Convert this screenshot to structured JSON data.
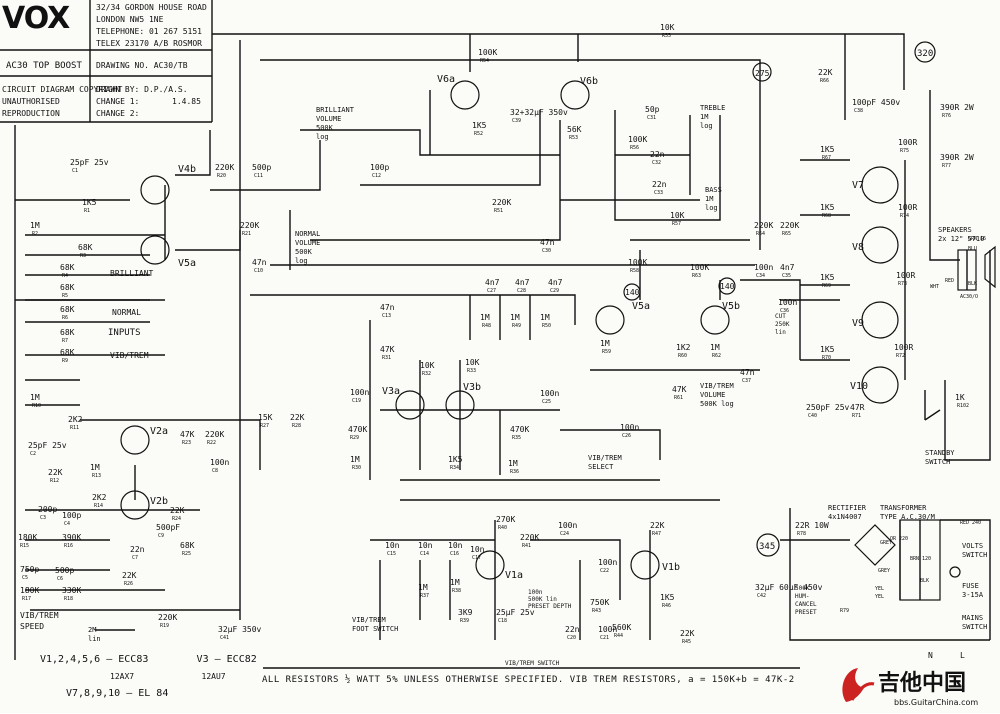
{
  "title_block": {
    "brand": "VOX",
    "address": [
      "32/34 GORDON HOUSE ROAD",
      "LONDON NW5 1NE",
      "TELEPHONE: 01 267 5151",
      "TELEX 23170 A/B ROSMOR"
    ],
    "model": "AC30 TOP BOOST",
    "drawing_no": "DRAWING NO. AC30/TB",
    "copyright": [
      "CIRCUIT DIAGRAM COPYRIGHT",
      "UNAUTHORISED",
      "REPRODUCTION"
    ],
    "drawn_by": "DRAWN BY: D.P./A.S.",
    "change1": "CHANGE 1:",
    "change1_date": "1.4.85",
    "change2": "CHANGE 2:"
  },
  "valve_list": {
    "v_ecc83": "V1,2,4,5,6 – ECC83",
    "v_ecc83_alt": "12AX7",
    "v_ecc82": "V3 – ECC82",
    "v_ecc82_alt": "12AU7",
    "v_el84": "V7,8,9,10 – EL 84"
  },
  "footer_note": "ALL RESISTORS ½ WATT 5% UNLESS OTHERWISE SPECIFIED.  VIB TREM RESISTORS, a = 150K+b = 47K-2",
  "node_labels": [
    "320",
    "275",
    "140",
    "140",
    "345"
  ],
  "sections": {
    "inputs": "INPUTS",
    "brilliant": "BRILLIANT",
    "normal": "NORMAL",
    "vib_trem": "VIB/TREM",
    "vib_trem_speed": [
      "VIB/TREM",
      "SPEED"
    ],
    "speakers": [
      "SPEAKERS",
      "2x 12\" 5710"
    ],
    "standby": [
      "STANDBY",
      "SWITCH"
    ],
    "rectifier": [
      "RECTIFIER",
      "4x1N4007"
    ],
    "transformer": [
      "TRANSFORMER",
      "TYPE A.C.30/M"
    ],
    "volts_switch": [
      "VOLTS",
      "SWITCH"
    ],
    "fuse": [
      "FUSE",
      "3-15A"
    ],
    "mains_switch": [
      "MAINS",
      "SWITCH"
    ],
    "footswitch": [
      "VIB/TREM",
      "FOOT SWITCH"
    ],
    "vib_trem_switch": "VIB/TREM SWITCH",
    "select": [
      "VIB/TREM",
      "SELECT"
    ],
    "hum_cancel": [
      "500K",
      "HUM-",
      "CANCEL",
      "PRESET"
    ],
    "neutral": "N",
    "live": "L"
  },
  "controls": {
    "brilliant_volume": [
      "BRILLIANT",
      "VOLUME",
      "500K",
      "log"
    ],
    "normal_volume": [
      "NORMAL",
      "VOLUME",
      "500K",
      "log"
    ],
    "treble": [
      "TREBLE",
      "1M",
      "log"
    ],
    "bass": [
      "BASS",
      "1M",
      "log"
    ],
    "cut": [
      "CUT",
      "250K",
      "lin"
    ],
    "vib_volume": [
      "VIB/TREM",
      "VOLUME",
      "500K log"
    ],
    "speed": [
      "2M",
      "lin"
    ],
    "preset_depth": [
      "100n",
      "500K lin",
      "PRESET DEPTH"
    ]
  },
  "valves": [
    {
      "id": "V1a"
    },
    {
      "id": "V1b"
    },
    {
      "id": "V2a"
    },
    {
      "id": "V2b"
    },
    {
      "id": "V3a"
    },
    {
      "id": "V3b"
    },
    {
      "id": "V4a"
    },
    {
      "id": "V4b"
    },
    {
      "id": "V5a"
    },
    {
      "id": "V5b"
    },
    {
      "id": "V6a"
    },
    {
      "id": "V6b"
    },
    {
      "id": "V7"
    },
    {
      "id": "V8"
    },
    {
      "id": "V9"
    },
    {
      "id": "V10"
    }
  ],
  "components": [
    {
      "ref": "C1",
      "value": "25pF 25v"
    },
    {
      "ref": "R1",
      "value": "1K5"
    },
    {
      "ref": "R2",
      "value": "1M"
    },
    {
      "ref": "R3",
      "value": "68K"
    },
    {
      "ref": "R4",
      "value": "68K"
    },
    {
      "ref": "R5",
      "value": "68K"
    },
    {
      "ref": "R6",
      "value": "68K"
    },
    {
      "ref": "R7",
      "value": "68K"
    },
    {
      "ref": "R9",
      "value": "68K"
    },
    {
      "ref": "R10",
      "value": "1M"
    },
    {
      "ref": "R11",
      "value": "2K2"
    },
    {
      "ref": "C2",
      "value": "25pF 25v"
    },
    {
      "ref": "R12",
      "value": "22K"
    },
    {
      "ref": "R13",
      "value": "1M"
    },
    {
      "ref": "R14",
      "value": "2K2"
    },
    {
      "ref": "C3",
      "value": "200p"
    },
    {
      "ref": "R15",
      "value": "180K"
    },
    {
      "ref": "C4",
      "value": "100p"
    },
    {
      "ref": "R16",
      "value": "390K"
    },
    {
      "ref": "C5",
      "value": "750p"
    },
    {
      "ref": "R17",
      "value": "180K"
    },
    {
      "ref": "C6",
      "value": "500p"
    },
    {
      "ref": "R18",
      "value": "330K"
    },
    {
      "ref": "R19",
      "value": "220K"
    },
    {
      "ref": "R20",
      "value": "220K"
    },
    {
      "ref": "C11",
      "value": "500p"
    },
    {
      "ref": "R21",
      "value": "220K"
    },
    {
      "ref": "C10",
      "value": "47n"
    },
    {
      "ref": "C12",
      "value": "100p"
    },
    {
      "ref": "R22",
      "value": "220K"
    },
    {
      "ref": "R23",
      "value": "47K"
    },
    {
      "ref": "R24",
      "value": "22K"
    },
    {
      "ref": "R25",
      "value": "68K"
    },
    {
      "ref": "R26",
      "value": "22K"
    },
    {
      "ref": "C7",
      "value": "22n"
    },
    {
      "ref": "C8",
      "value": "100n"
    },
    {
      "ref": "C9",
      "value": "500pF"
    },
    {
      "ref": "R27",
      "value": "15K"
    },
    {
      "ref": "R28",
      "value": "22K"
    },
    {
      "ref": "R29",
      "value": "470K"
    },
    {
      "ref": "R30",
      "value": "1M"
    },
    {
      "ref": "R31",
      "value": "47K"
    },
    {
      "ref": "R32",
      "value": "10K"
    },
    {
      "ref": "R33",
      "value": "10K"
    },
    {
      "ref": "R34",
      "value": "1K5"
    },
    {
      "ref": "R35",
      "value": "470K"
    },
    {
      "ref": "R36",
      "value": "1M"
    },
    {
      "ref": "C13",
      "value": "47n"
    },
    {
      "ref": "C19",
      "value": "100n"
    },
    {
      "ref": "C25",
      "value": "100n"
    },
    {
      "ref": "C26",
      "value": "100n"
    },
    {
      "ref": "R48",
      "value": "1M"
    },
    {
      "ref": "R49",
      "value": "1M"
    },
    {
      "ref": "R50",
      "value": "1M"
    },
    {
      "ref": "C27",
      "value": "4n7"
    },
    {
      "ref": "C28",
      "value": "4n7"
    },
    {
      "ref": "C29",
      "value": "4n7"
    },
    {
      "ref": "C30",
      "value": "47n"
    },
    {
      "ref": "R51",
      "value": "220K"
    },
    {
      "ref": "R52",
      "value": "1K5"
    },
    {
      "ref": "R53",
      "value": "56K"
    },
    {
      "ref": "R54",
      "value": "100K"
    },
    {
      "ref": "R55",
      "value": "10K"
    },
    {
      "ref": "R56",
      "value": "100K"
    },
    {
      "ref": "R57",
      "value": "10K"
    },
    {
      "ref": "C31",
      "value": "50p"
    },
    {
      "ref": "C32",
      "value": "22n"
    },
    {
      "ref": "C33",
      "value": "22n"
    },
    {
      "ref": "C39",
      "value": "32+32µF 350v"
    },
    {
      "ref": "R58",
      "value": "100K"
    },
    {
      "ref": "R59",
      "value": "1M"
    },
    {
      "ref": "R60",
      "value": "1K2"
    },
    {
      "ref": "R61",
      "value": "47K"
    },
    {
      "ref": "R62",
      "value": "1M"
    },
    {
      "ref": "R63",
      "value": "100K"
    },
    {
      "ref": "C34",
      "value": "100n"
    },
    {
      "ref": "C35",
      "value": "4n7"
    },
    {
      "ref": "C36",
      "value": "100n"
    },
    {
      "ref": "C37",
      "value": "47n"
    },
    {
      "ref": "R64",
      "value": "220K"
    },
    {
      "ref": "R65",
      "value": "220K"
    },
    {
      "ref": "R66",
      "value": "22K"
    },
    {
      "ref": "R67",
      "value": "1K5"
    },
    {
      "ref": "R68",
      "value": "1K5"
    },
    {
      "ref": "R69",
      "value": "1K5"
    },
    {
      "ref": "R70",
      "value": "1K5"
    },
    {
      "ref": "R71",
      "value": "47R"
    },
    {
      "ref": "C40",
      "value": "250pF 25v"
    },
    {
      "ref": "C38",
      "value": "100pF 450v"
    },
    {
      "ref": "R72",
      "value": "100R"
    },
    {
      "ref": "R73",
      "value": "100R"
    },
    {
      "ref": "R74",
      "value": "100R"
    },
    {
      "ref": "R75",
      "value": "100R"
    },
    {
      "ref": "R76",
      "value": "390R 2W"
    },
    {
      "ref": "R77",
      "value": "390R 2W"
    },
    {
      "ref": "R102",
      "value": "1K"
    },
    {
      "ref": "R37",
      "value": "1M"
    },
    {
      "ref": "R38",
      "value": "1M"
    },
    {
      "ref": "R39",
      "value": "3K9"
    },
    {
      "ref": "R40",
      "value": "270K"
    },
    {
      "ref": "R41",
      "value": "220K"
    },
    {
      "ref": "R43",
      "value": "750K"
    },
    {
      "ref": "R44",
      "value": "560K"
    },
    {
      "ref": "R45",
      "value": "22K"
    },
    {
      "ref": "R46",
      "value": "1K5"
    },
    {
      "ref": "R47",
      "value": "22K"
    },
    {
      "ref": "C14",
      "value": "10n"
    },
    {
      "ref": "C15",
      "value": "10n"
    },
    {
      "ref": "C16",
      "value": "10n"
    },
    {
      "ref": "C17",
      "value": "10n"
    },
    {
      "ref": "C18",
      "value": "25µF 25v"
    },
    {
      "ref": "C20",
      "value": "22n"
    },
    {
      "ref": "C21",
      "value": "100n"
    },
    {
      "ref": "C22",
      "value": "100n"
    },
    {
      "ref": "C24",
      "value": "100n"
    },
    {
      "ref": "C41",
      "value": "32µF 350v"
    },
    {
      "ref": "R78",
      "value": "22R 10W"
    },
    {
      "ref": "R79",
      "value": ""
    },
    {
      "ref": "C42",
      "value": "32µF 60µF 450v"
    }
  ],
  "transformer_taps": [
    "RED 240",
    "GREY",
    "OR 220",
    "BRN 120",
    "GREY",
    "YEL",
    "BLK",
    "YEL",
    "GRN 16",
    "BLU",
    "BLK",
    "AC30/O",
    "WHT",
    "RED"
  ],
  "watermark": {
    "text_cn": "吉他中国",
    "url": "bbs.GuitarChina.com"
  }
}
